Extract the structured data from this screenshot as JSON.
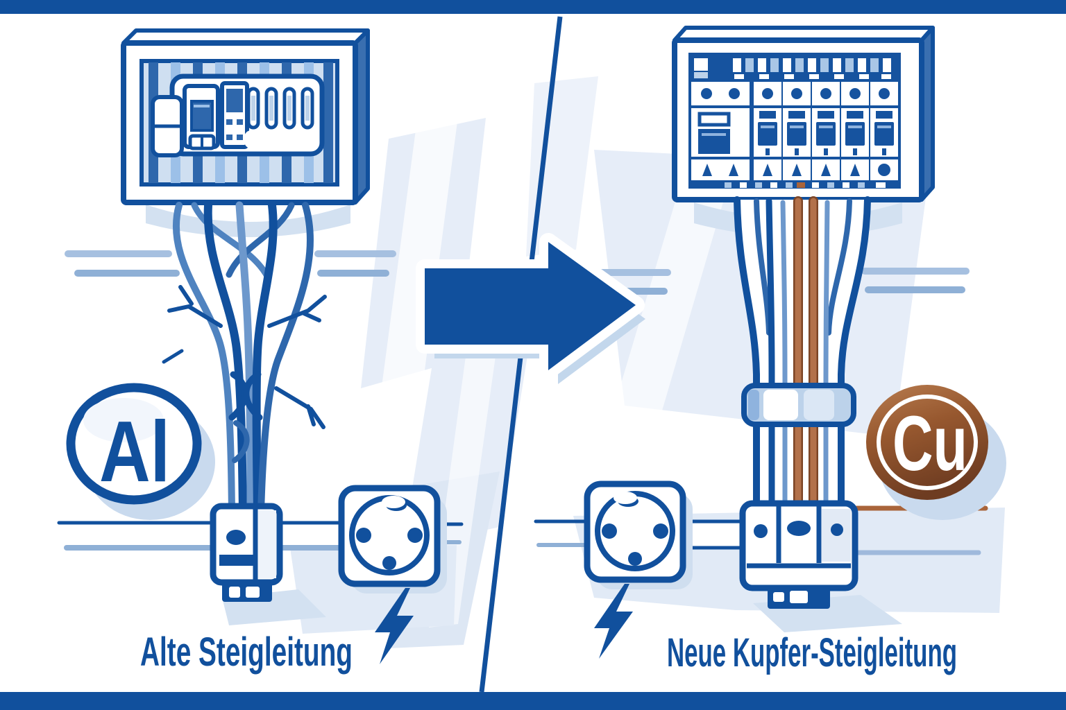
{
  "illustration": {
    "left_scene": {
      "caption": "Alte Steigleitung",
      "material_badge": "Al",
      "icons": [
        "old-fuse-box-icon",
        "tangled-aluminum-wires-icon",
        "aluminum-badge-icon",
        "junction-box-icon",
        "wall-socket-icon",
        "lightning-bolt-icon",
        "motion-dashes-icon"
      ]
    },
    "right_scene": {
      "caption": "Neue Kupfer-Steigleitung",
      "material_badge": "Cu",
      "icons": [
        "modern-breaker-panel-icon",
        "copper-riser-cable-icon",
        "cable-clamp-icon",
        "copper-badge-icon",
        "junction-box-icon",
        "wall-socket-icon",
        "lightning-bolt-icon",
        "motion-dashes-icon"
      ]
    },
    "transition": {
      "icon": "arrow-right-icon"
    },
    "theme_colors": {
      "primary_blue": "#11509d",
      "mid_blue": "#2e67ac",
      "panel_blue": "#16539f",
      "light_blue": "#bcd2ea",
      "pale_blue": "#e6edf8",
      "shadow_blue": "#c9daee",
      "copper": "#a9643a",
      "copper_dark": "#6f3d21",
      "white": "#ffffff"
    }
  }
}
